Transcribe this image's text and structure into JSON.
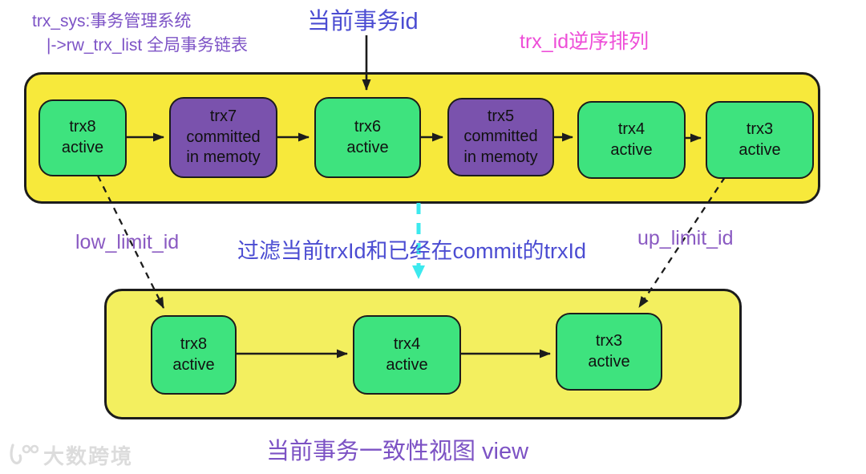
{
  "annotations": {
    "trx_sys_line1": "trx_sys:事务管理系统",
    "trx_sys_line2": "|->rw_trx_list 全局事务链表",
    "current_trx_label": "当前事务id",
    "trx_order_label": "trx_id逆序排列",
    "low_limit_label": "low_limit_id",
    "up_limit_label": "up_limit_id",
    "filter_label": "过滤当前trxId和已经在commit的trxId",
    "view_caption": "当前事务一致性视图 view",
    "watermark_text": "大数跨境"
  },
  "colors": {
    "top_container_yellow": "#f7e93b",
    "view_container_yellow": "#f3ef5f",
    "active_green": "#3ee37e",
    "committed_purple": "#7a52ad",
    "outline_black": "#1c1c1c",
    "cyan_arrow": "#3ce9ee",
    "annotation_purple": "#7d53c6",
    "blue_text": "#4b4cd2",
    "magenta_text": "#ee4ed8",
    "limit_purple": "#8a5ac2",
    "caption_purple": "#7c52c4",
    "watermark_gray": "#dcdcdc"
  },
  "rw_trx_list": {
    "nodes": [
      {
        "lines": [
          "trx8",
          "active"
        ],
        "state": "active",
        "color": "#3ee37e"
      },
      {
        "lines": [
          "trx7",
          "committed",
          "in memoty"
        ],
        "state": "committed",
        "color": "#7a52ad"
      },
      {
        "lines": [
          "trx6",
          "active"
        ],
        "state": "active",
        "color": "#3ee37e"
      },
      {
        "lines": [
          "trx5",
          "committed",
          "in memoty"
        ],
        "state": "committed",
        "color": "#7a52ad"
      },
      {
        "lines": [
          "trx4",
          "active"
        ],
        "state": "active",
        "color": "#3ee37e"
      },
      {
        "lines": [
          "trx3",
          "active"
        ],
        "state": "active",
        "color": "#3ee37e"
      }
    ]
  },
  "view_list": {
    "nodes": [
      {
        "lines": [
          "trx8",
          "active"
        ],
        "state": "active",
        "color": "#3ee37e"
      },
      {
        "lines": [
          "trx4",
          "active"
        ],
        "state": "active",
        "color": "#3ee37e"
      },
      {
        "lines": [
          "trx3",
          "active"
        ],
        "state": "active",
        "color": "#3ee37e"
      }
    ]
  }
}
